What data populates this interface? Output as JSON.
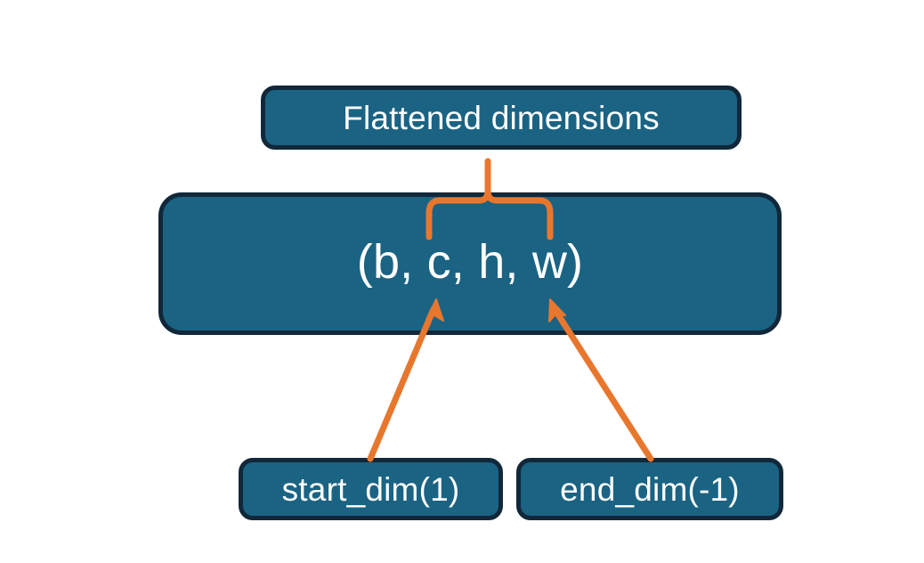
{
  "diagram": {
    "title_box": {
      "label": "Flattened dimensions"
    },
    "shape_box": {
      "label": "(b, c, h, w)"
    },
    "start_box": {
      "label": "start_dim(1)"
    },
    "end_box": {
      "label": "end_dim(-1)"
    },
    "colors": {
      "box_fill": "#1b6383",
      "box_border": "#11283a",
      "box_text": "#ffffff",
      "accent": "#e8772e",
      "background": "#ffffff"
    },
    "annotations": {
      "brace_name": "flattened-range-brace",
      "left_arrow_name": "start-dim-arrow",
      "right_arrow_name": "end-dim-arrow"
    }
  }
}
